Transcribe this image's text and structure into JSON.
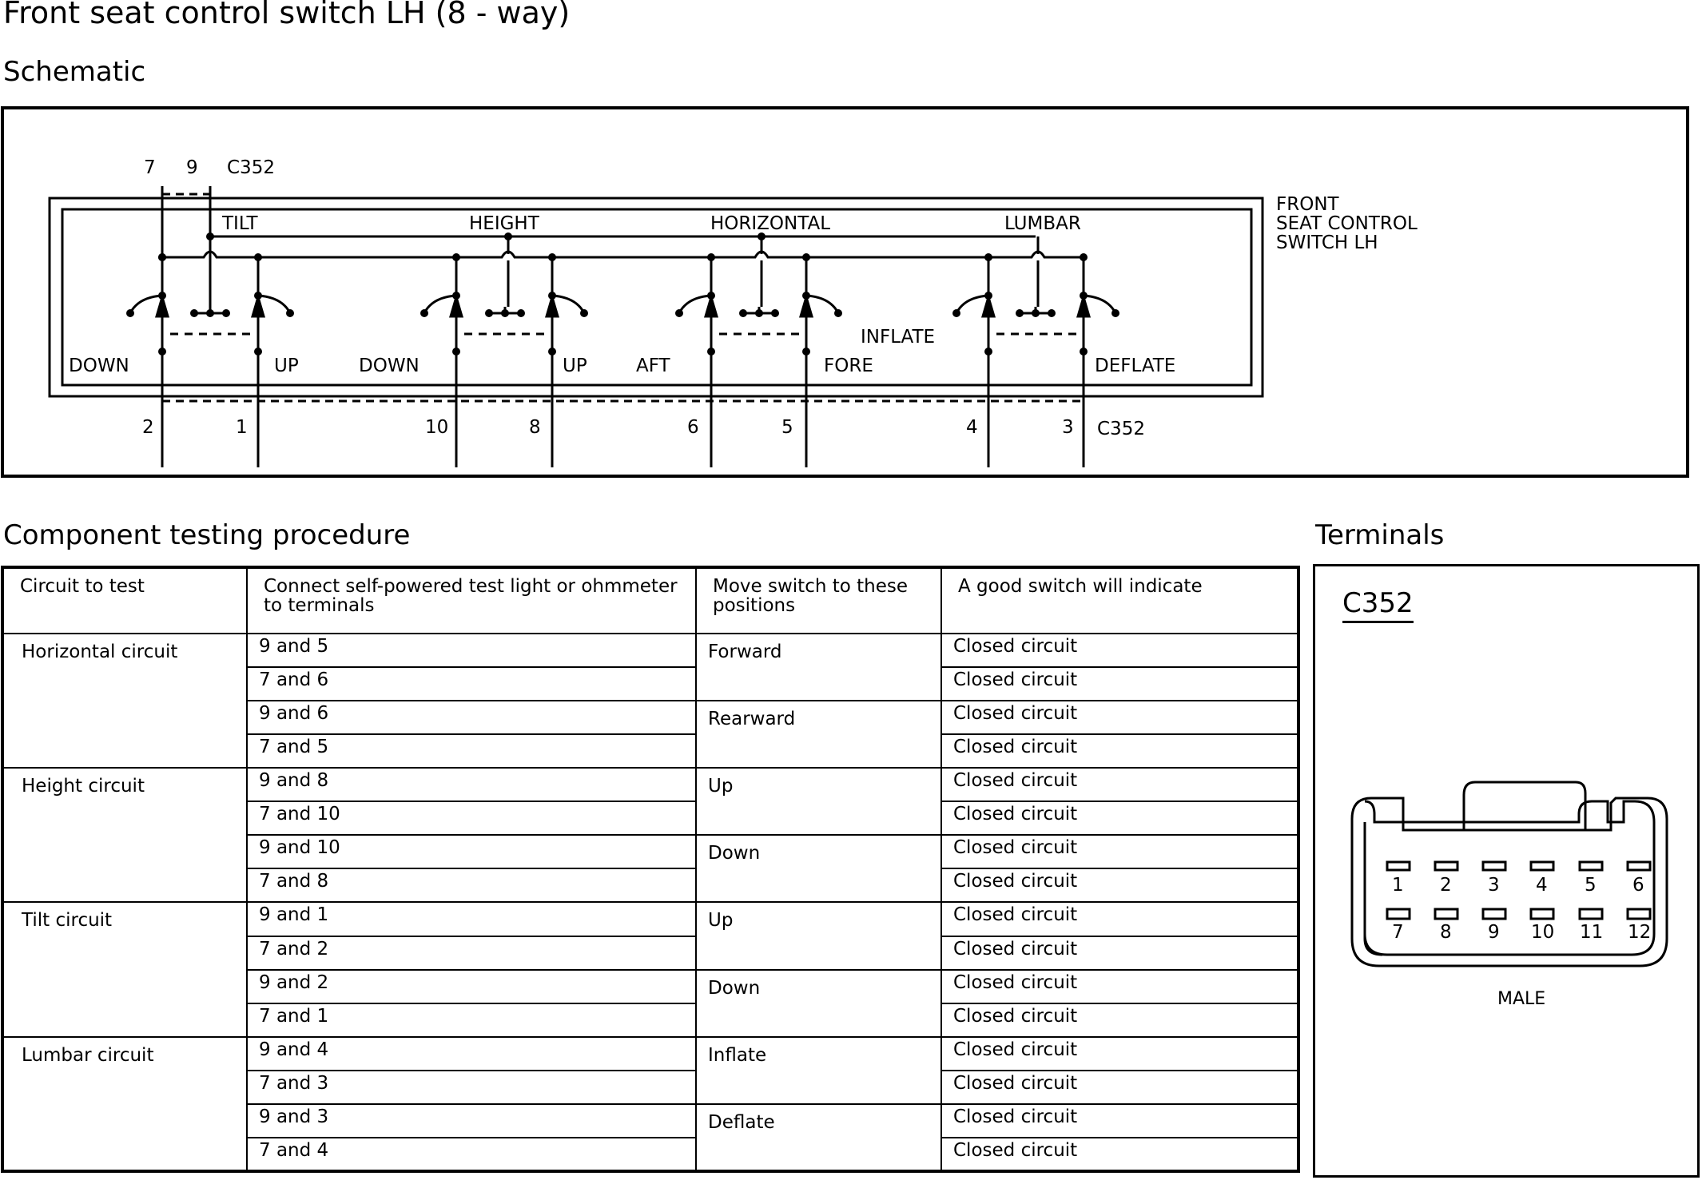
{
  "page": {
    "title": "Front seat control switch LH (8 - way)",
    "schematic_heading": "Schematic",
    "testing_heading": "Component testing procedure",
    "terminals_heading": "Terminals"
  },
  "schematic": {
    "top_pins": [
      "7",
      "9"
    ],
    "connector_top": "C352",
    "component_label": [
      "FRONT",
      "SEAT CONTROL",
      "SWITCH LH"
    ],
    "sections": [
      "TILT",
      "HEIGHT",
      "HORIZONTAL",
      "LUMBAR"
    ],
    "positions": [
      "DOWN",
      "UP",
      "DOWN",
      "UP",
      "AFT",
      "FORE",
      "INFLATE",
      "DEFLATE"
    ],
    "bottom_pins": [
      "2",
      "1",
      "10",
      "8",
      "6",
      "5",
      "4",
      "3"
    ],
    "connector_bottom": "C352"
  },
  "table": {
    "headers": [
      "Circuit to test",
      "Connect self-powered test light or ohmmeter to terminals",
      "Move switch to these positions",
      "A good switch will indicate"
    ],
    "groups": [
      {
        "circuit": "Horizontal circuit",
        "moves": [
          {
            "position": "Forward",
            "rows": [
              {
                "terminals": "9 and 5",
                "result": "Closed circuit"
              },
              {
                "terminals": "7 and 6",
                "result": "Closed circuit"
              }
            ]
          },
          {
            "position": "Rearward",
            "rows": [
              {
                "terminals": "9 and 6",
                "result": "Closed circuit"
              },
              {
                "terminals": "7 and 5",
                "result": "Closed circuit"
              }
            ]
          }
        ]
      },
      {
        "circuit": "Height circuit",
        "moves": [
          {
            "position": "Up",
            "rows": [
              {
                "terminals": "9 and 8",
                "result": "Closed circuit"
              },
              {
                "terminals": "7 and 10",
                "result": "Closed circuit"
              }
            ]
          },
          {
            "position": "Down",
            "rows": [
              {
                "terminals": "9 and 10",
                "result": "Closed circuit"
              },
              {
                "terminals": "7 and 8",
                "result": "Closed circuit"
              }
            ]
          }
        ]
      },
      {
        "circuit": "Tilt circuit",
        "moves": [
          {
            "position": "Up",
            "rows": [
              {
                "terminals": "9 and 1",
                "result": "Closed circuit"
              },
              {
                "terminals": "7 and 2",
                "result": "Closed circuit"
              }
            ]
          },
          {
            "position": "Down",
            "rows": [
              {
                "terminals": "9 and 2",
                "result": "Closed circuit"
              },
              {
                "terminals": "7 and 1",
                "result": "Closed circuit"
              }
            ]
          }
        ]
      },
      {
        "circuit": "Lumbar circuit",
        "moves": [
          {
            "position": "Inflate",
            "rows": [
              {
                "terminals": "9 and 4",
                "result": "Closed circuit"
              },
              {
                "terminals": "7 and 3",
                "result": "Closed circuit"
              }
            ]
          },
          {
            "position": "Deflate",
            "rows": [
              {
                "terminals": "9 and 3",
                "result": "Closed circuit"
              },
              {
                "terminals": "7 and 4",
                "result": "Closed circuit"
              }
            ]
          }
        ]
      }
    ]
  },
  "terminals": {
    "connector": "C352",
    "pins_top": [
      "1",
      "2",
      "3",
      "4",
      "5",
      "6"
    ],
    "pins_bottom": [
      "7",
      "8",
      "9",
      "10",
      "11",
      "12"
    ],
    "gender": "MALE"
  }
}
